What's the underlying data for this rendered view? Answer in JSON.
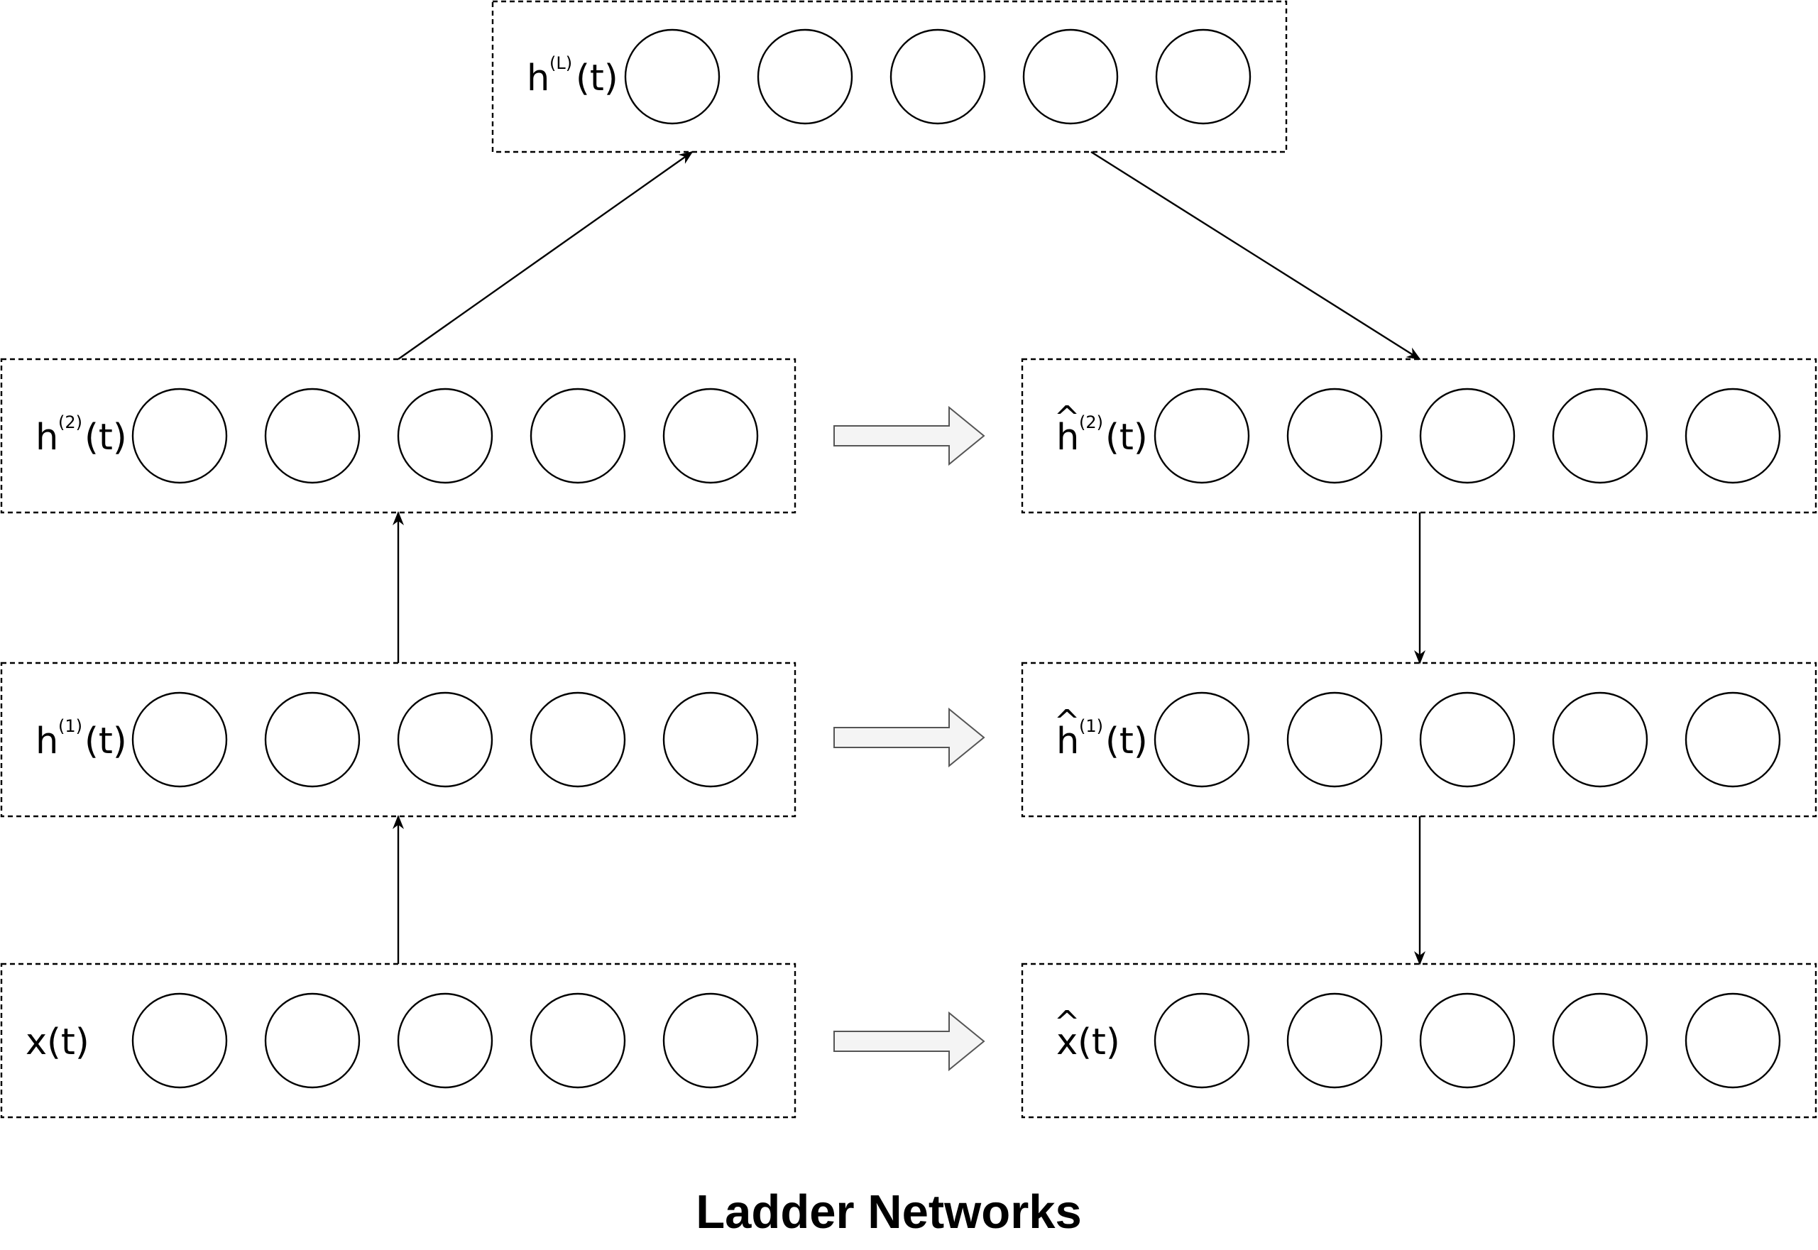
{
  "caption": "Ladder Networks",
  "layers": [
    {
      "id": "hL",
      "base": "h",
      "sup": "(L)",
      "suffix": "(t)",
      "hat": false,
      "neurons": 5
    },
    {
      "id": "h2",
      "base": "h",
      "sup": "(2)",
      "suffix": "(t)",
      "hat": false,
      "neurons": 5
    },
    {
      "id": "h1",
      "base": "h",
      "sup": "(1)",
      "suffix": "(t)",
      "hat": false,
      "neurons": 5
    },
    {
      "id": "x",
      "base": "x",
      "sup": "",
      "suffix": "(t)",
      "hat": false,
      "neurons": 5
    },
    {
      "id": "h2hat",
      "base": "h",
      "sup": "(2)",
      "suffix": "(t)",
      "hat": true,
      "hat_char": "^",
      "neurons": 5
    },
    {
      "id": "h1hat",
      "base": "h",
      "sup": "(1)",
      "suffix": "(t)",
      "hat": true,
      "hat_char": "^",
      "neurons": 5
    },
    {
      "id": "xhat",
      "base": "x",
      "sup": "",
      "suffix": " (t)",
      "hat": true,
      "hat_char": "^",
      "neurons": 5
    }
  ]
}
